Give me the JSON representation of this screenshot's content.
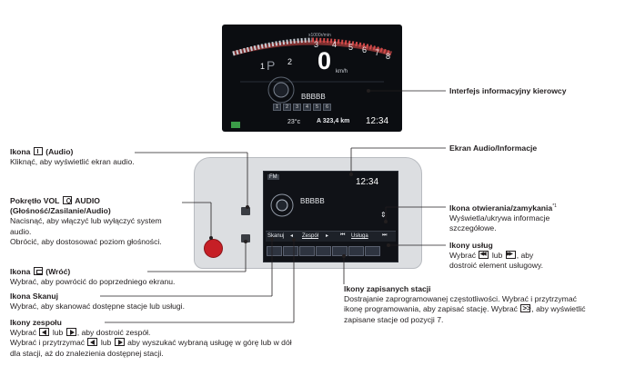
{
  "cluster": {
    "rpm_label": "x1000r/min",
    "rpm_ticks": [
      "1",
      "2",
      "3",
      "4",
      "5",
      "6",
      "7",
      "8"
    ],
    "gear": "P",
    "speed": "0",
    "speed_unit": "km/h",
    "station": "BBBBB",
    "temperature": "23°c",
    "odometer": "A 323,4 km",
    "time": "12:34",
    "presets": [
      "1",
      "2",
      "3",
      "4",
      "5",
      "6"
    ]
  },
  "headunit": {
    "band": "FM",
    "time": "12:34",
    "station": "BBBBB",
    "scan_label": "Skanuj",
    "group_label": "Zespół",
    "services_label": "Usługa"
  },
  "labels": {
    "driver_info": {
      "title": "Interfejs informacyjny kierowcy"
    },
    "audio_icon": {
      "title_prefix": "Ikona",
      "title_suffix": "(Audio)",
      "desc": "Kliknąć, aby wyświetlić ekran audio."
    },
    "audio_screen": {
      "title": "Ekran Audio/Informacje"
    },
    "vol_knob": {
      "title_prefix": "Pokrętło VOL",
      "title_mid": "AUDIO",
      "title2": "(Głośność/Zasilanie/Audio)",
      "desc1": "Nacisnąć, aby włączyć lub wyłączyć system",
      "desc2": "audio.",
      "desc3": "Obrócić, aby dostosować poziom głośności."
    },
    "open_close": {
      "title": "Ikona otwierania/zamykania",
      "sup": "*1",
      "desc1": "Wyświetla/ukrywa informacje",
      "desc2": "szczegółowe."
    },
    "services": {
      "title": "Ikony usług",
      "desc1_pre": "Wybrać",
      "desc1_mid": "lub",
      "desc1_post": ", aby",
      "desc2": "dostroić element usługowy."
    },
    "back_icon": {
      "title_prefix": "Ikona",
      "title_suffix": "(Wróć)",
      "desc": "Wybrać, aby powrócić do poprzedniego ekranu."
    },
    "scan": {
      "title": "Ikona Skanuj",
      "desc": "Wybrać, aby skanować dostępne stacje lub usługi."
    },
    "group": {
      "title": "Ikony zespołu",
      "desc1_pre": "Wybrać",
      "desc1_mid": "lub",
      "desc1_post": ", aby dostroić zespół.",
      "desc2_pre": "Wybrać i przytrzymać",
      "desc2_mid": "lub",
      "desc2_post": "aby wyszukać wybraną usługę w górę lub w dół",
      "desc3": "dla stacji, aż do znalezienia dostępnej stacji."
    },
    "saved": {
      "title": "Ikony zapisanych stacji",
      "desc1": "Dostrajanie zaprogramowanej częstotliwości. Wybrać i przytrzymać",
      "desc2": "ikonę programowania, aby zapisać stację. Wybrać",
      "desc2_post": ", aby wyświetlić",
      "desc3": "zapisane stacje od pozycji 7."
    }
  }
}
